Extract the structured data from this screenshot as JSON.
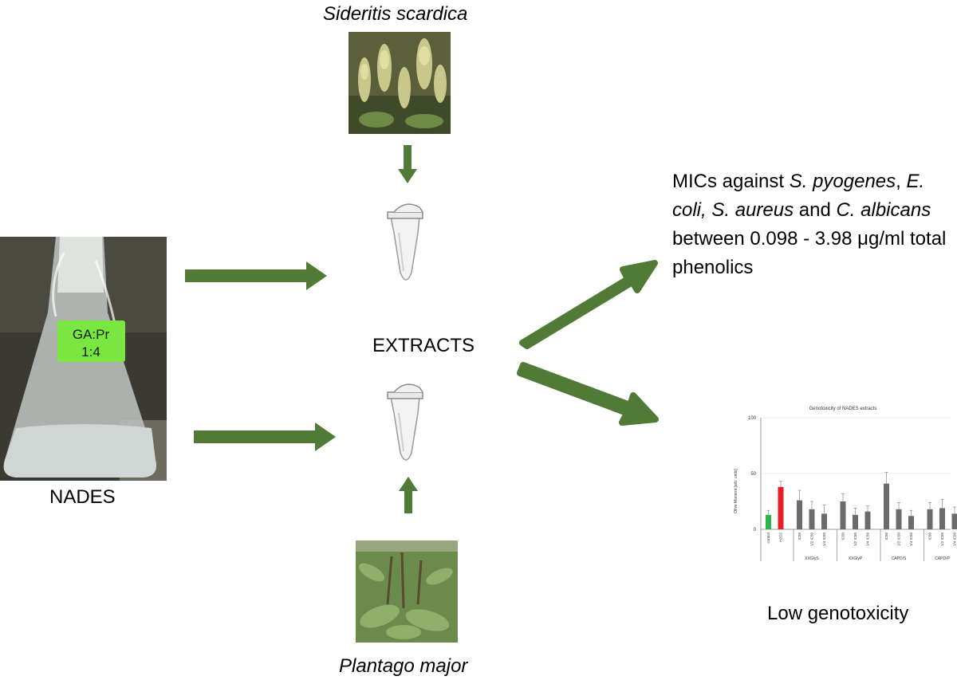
{
  "labels": {
    "sideritis": "Sideritis scardica",
    "plantago": "Plantago major",
    "nades": "NADES",
    "extracts": "EXTRACTS",
    "low_genotoxicity": "Low genotoxicity"
  },
  "flask_label": {
    "line1": "GA:Pr",
    "line2": "1:4"
  },
  "mic": {
    "t1": "MICs against ",
    "t2": "S. pyogenes",
    "t3": ", ",
    "t4": "E. coli, S. aureus",
    "t5": " and ",
    "t6": "C. albicans",
    "t7": " between 0.098 - 3.98 μg/ml total phenolics"
  },
  "colors": {
    "arrow": "#507a35",
    "control_bar": "#2db34a",
    "h2o2_bar": "#e31e24",
    "extract_bar": "#6d6a6a"
  },
  "chart_data": {
    "type": "bar",
    "title": "Genotoxicity of NADES extracts",
    "ylabel": "Olive Moment [arb. units]",
    "ylim": [
      0,
      100
    ],
    "yticks": [
      0,
      50,
      100
    ],
    "grid": true,
    "categories": [
      "control",
      "H2O2",
      "IC50",
      "1/2 IC50",
      "1/4 IC50",
      "IC50",
      "1/2 IC50",
      "1/4 IC50",
      "IC50",
      "1/2 IC50",
      "1/4 IC50",
      "IC50",
      "1/2 IC50",
      "1/4 IC50"
    ],
    "groups": [
      "XXGlyS",
      "XXGlyP",
      "CAPD/S",
      "CAPD/P"
    ],
    "values": [
      13,
      38,
      26,
      18,
      14,
      25,
      13,
      16,
      41,
      18,
      12,
      18,
      19,
      14
    ],
    "errors": [
      4,
      5,
      9,
      7,
      8,
      7,
      6,
      5,
      10,
      6,
      5,
      6,
      8,
      6
    ]
  }
}
